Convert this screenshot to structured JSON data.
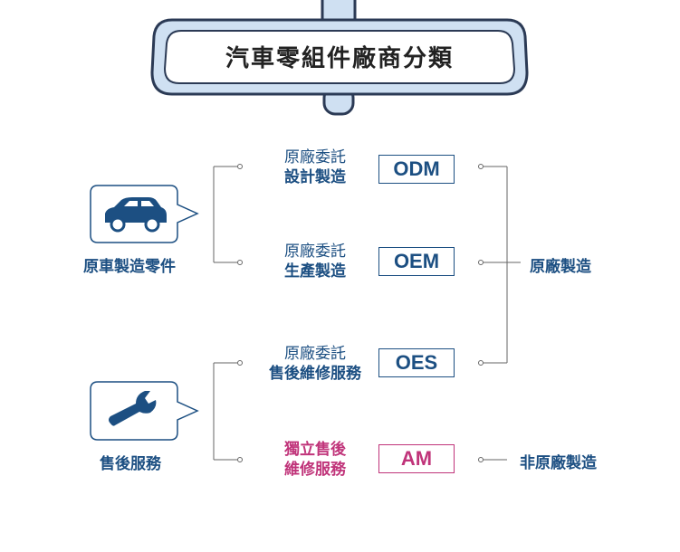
{
  "title": "汽車零組件廠商分類",
  "categories": {
    "oem_parts": "原車製造零件",
    "after_service": "售後服務",
    "original_mfg": "原廠製造",
    "non_original_mfg": "非原廠製造"
  },
  "icons": {
    "oem_parts": "car-icon",
    "after_service": "wrench-icon"
  },
  "rows": [
    {
      "line1": "原廠委託",
      "line2": "設計製造",
      "code": "ODM"
    },
    {
      "line1": "原廠委託",
      "line2": "生產製造",
      "code": "OEM"
    },
    {
      "line1": "原廠委託",
      "line2": "售後維修服務",
      "code": "OES"
    },
    {
      "line1": "獨立售後",
      "line2": "維修服務",
      "code": "AM"
    }
  ],
  "colors": {
    "primary": "#1c4f82",
    "accent": "#c0347a",
    "mirror_fill": "#cfe0f2",
    "mirror_stroke": "#2b3a55"
  }
}
